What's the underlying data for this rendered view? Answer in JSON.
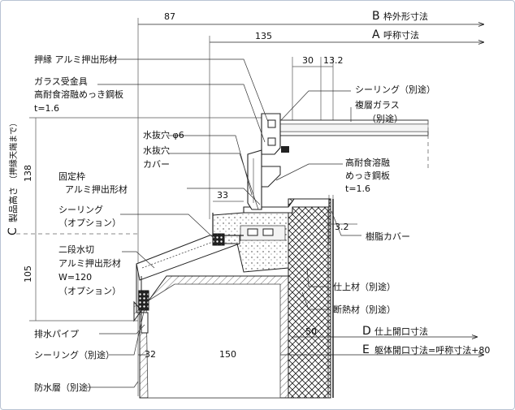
{
  "dimensions": {
    "d87": "87",
    "d135": "135",
    "d30": "30",
    "d13_2": "13.2",
    "d33": "33",
    "d3_2": "3.2",
    "d138": "138",
    "d105": "105",
    "d50": "50",
    "d32": "32",
    "d150": "150"
  },
  "reference_lines": [
    {
      "letter": "B",
      "label": "枠外形寸法"
    },
    {
      "letter": "A",
      "label": "呼称寸法"
    },
    {
      "letter": "D",
      "label": "仕上開口寸法"
    },
    {
      "letter": "E",
      "label": "躯体開口寸法=呼称寸法+80"
    }
  ],
  "vertical_label": {
    "letter": "C",
    "main": "製品高さ",
    "sub": "（押縁天端まで）"
  },
  "left_labels": {
    "oshibuchi": "押縁 アルミ押出形材",
    "glass_uke_1": "ガラス受金具",
    "glass_uke_2": "高耐食溶融めっき鋼板",
    "glass_uke_3": "t=1.6",
    "mizunuki_1": "水抜穴 φ6",
    "mizunuki_2": "水抜穴",
    "mizunuki_3": "カバー",
    "koteiwaku_1": "固定枠",
    "koteiwaku_2": "アルミ押出形材",
    "sealing_opt_1": "シーリング",
    "sealing_opt_2": "（オプション）",
    "nidan_1": "二段水切",
    "nidan_2": "アルミ押出形材",
    "nidan_3": "W=120",
    "nidan_4": "（オプション）",
    "haisui": "排水パイプ",
    "sealing_betto": "シーリング（別途）",
    "bousui": "防水層（別途）"
  },
  "right_labels": {
    "sealing": "シーリング（別途）",
    "fukusou_1": "複層ガラス",
    "fukusou_2": "（別途）",
    "kotaishoku_1": "高耐食溶融",
    "kotaishoku_2": "めっき鋼板",
    "kotaishoku_3": "t=1.6",
    "jushi": "樹脂カバー",
    "shiage": "仕上材（別途）",
    "dannetsu": "断熱材（別途）"
  }
}
